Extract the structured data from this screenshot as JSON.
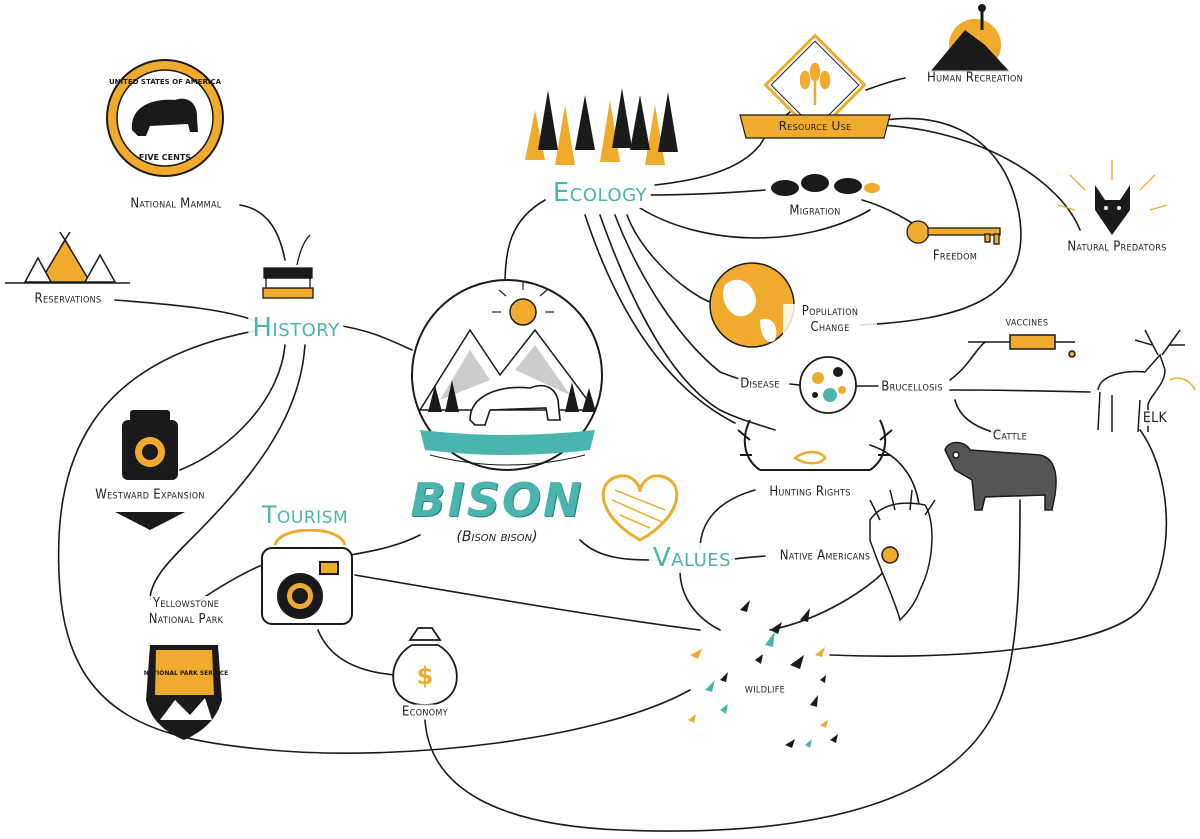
{
  "title": "BISON",
  "subtitle": "(Bison bison)",
  "colors": {
    "teal": "#4ab4ae",
    "orange": "#f0ab2c",
    "ink": "#1a1a1a"
  },
  "hubs": {
    "ecology": "Ecology",
    "history": "History",
    "tourism": "Tourism",
    "values": "Values"
  },
  "nodes": {
    "resource_use": "Resource Use",
    "human_recreation": "Human Recreation",
    "migration": "Migration",
    "freedom": "Freedom",
    "natural_predators": "Natural Predators",
    "population_change": "Population Change",
    "vaccines": "vaccines",
    "disease": "Disease",
    "brucellosis": "Brucellosis",
    "elk": "ELK",
    "cattle": "Cattle",
    "hunting_rights": "Hunting Rights",
    "native_americans": "Native Americans",
    "wildlife": "wildlife",
    "economy": "Economy",
    "yellowstone": "Yellowstone National Park",
    "westward_expansion": "Westward Expansion",
    "reservations": "Reservations",
    "national_mammal": "National Mammal"
  },
  "coin": {
    "top_text": "UNITED STATES OF AMERICA",
    "bottom_text": "FIVE CENTS"
  },
  "nps_badge": {
    "text": "NATIONAL PARK SERVICE"
  },
  "icons": {
    "coin": "bison-nickel-icon",
    "teepee": "teepee-icon",
    "books": "books-quill-icon",
    "train": "locomotive-icon",
    "camera": "camera-icon",
    "moneybag": "money-bag-icon",
    "nps": "nps-arrowhead-icon",
    "forest": "forest-icon",
    "wheat": "wheat-sign-icon",
    "hiker": "mountain-hiker-icon",
    "herd": "bison-herd-icon",
    "key": "key-icon",
    "wolf": "wolf-icon",
    "globe": "globe-icon",
    "syringe": "syringe-icon",
    "petri": "petri-dish-icon",
    "elk": "elk-icon",
    "antlers": "antlers-horn-icon",
    "cow": "cow-icon",
    "heart": "heart-icon",
    "headdress": "headdress-icon",
    "birds": "birds-icon",
    "emblem": "bison-mountain-emblem-icon"
  }
}
